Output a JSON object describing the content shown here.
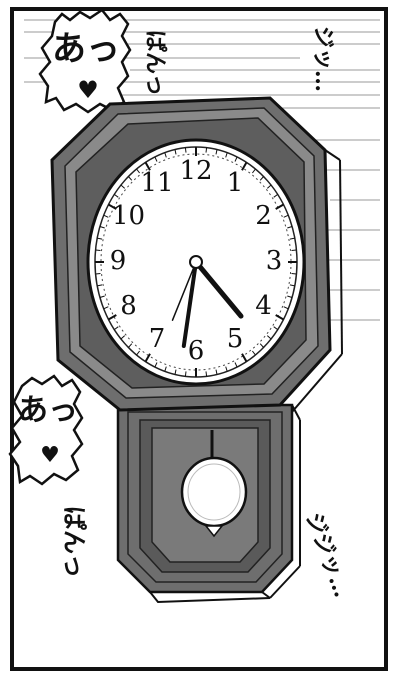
{
  "panel": {
    "background": "#ffffff",
    "border_color": "#111111",
    "clock_body_color": "#6e6e6e",
    "clock_body_light": "#9a9a9a",
    "clock_body_dark": "#3a3a3a",
    "face_color": "#ffffff"
  },
  "sfx": {
    "moan_top": "あっ",
    "heart_top": "♥",
    "clap_top": "ぱんっ",
    "buzz_top": "ジッ…",
    "moan_bottom": "あっ",
    "heart_bottom": "♥",
    "clap_bottom": "ぱんっ",
    "buzz_bottom": "ジジッ…"
  },
  "clock": {
    "numerals": [
      "12",
      "1",
      "2",
      "3",
      "4",
      "5",
      "6",
      "7",
      "8",
      "9",
      "10",
      "11"
    ],
    "time": {
      "hour": 4,
      "minute": 34,
      "second": 36
    }
  },
  "icons": {
    "clock": "wall-clock-icon",
    "pendulum": "pendulum-icon"
  }
}
